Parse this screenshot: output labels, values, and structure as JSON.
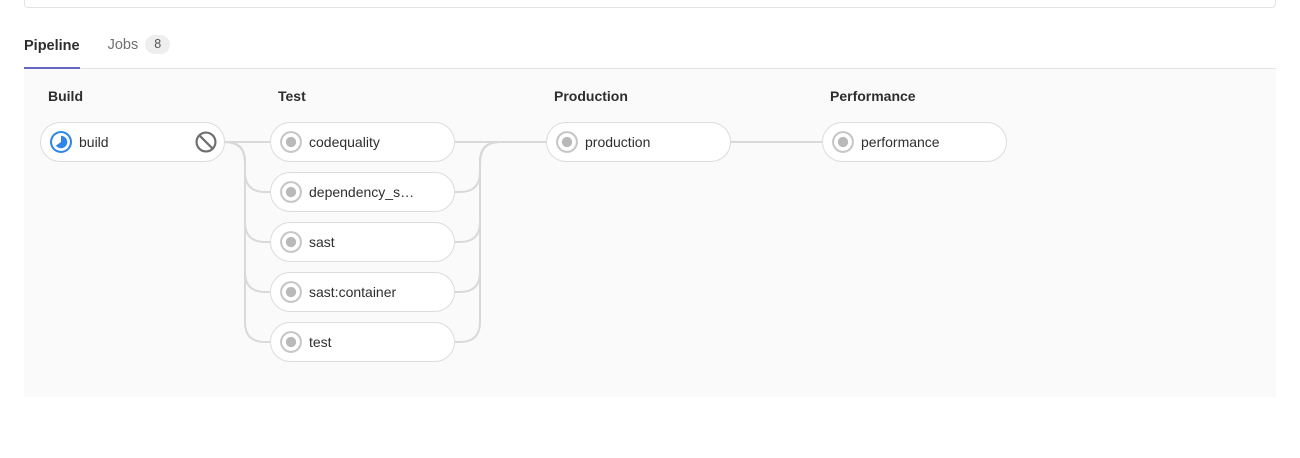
{
  "tabs": [
    {
      "label": "Pipeline",
      "active": true
    },
    {
      "label": "Jobs",
      "badge": "8",
      "active": false
    }
  ],
  "pipeline": {
    "stages": [
      {
        "name": "Build",
        "jobs": [
          {
            "name": "build",
            "status": "running",
            "status_icon": "running-icon",
            "action_icon": "cancel-icon"
          }
        ]
      },
      {
        "name": "Test",
        "jobs": [
          {
            "name": "codequality",
            "status": "created",
            "status_icon": "created-icon"
          },
          {
            "name": "dependency_s…",
            "status": "created",
            "status_icon": "created-icon"
          },
          {
            "name": "sast",
            "status": "created",
            "status_icon": "created-icon"
          },
          {
            "name": "sast:container",
            "status": "created",
            "status_icon": "created-icon"
          },
          {
            "name": "test",
            "status": "created",
            "status_icon": "created-icon"
          }
        ]
      },
      {
        "name": "Production",
        "jobs": [
          {
            "name": "production",
            "status": "created",
            "status_icon": "created-icon"
          }
        ]
      },
      {
        "name": "Performance",
        "jobs": [
          {
            "name": "performance",
            "status": "created",
            "status_icon": "created-icon"
          }
        ]
      }
    ]
  },
  "colors": {
    "active_tab_accent": "#6666c4",
    "running_blue": "#2e87e8",
    "created_gray_dot": "#b9b9b9",
    "created_gray_ring": "#c6c6c6",
    "cancel_gray": "#707070",
    "connector_line": "#d9d9d9",
    "graph_background": "#fafafa",
    "pill_border": "#dcdcdc"
  }
}
